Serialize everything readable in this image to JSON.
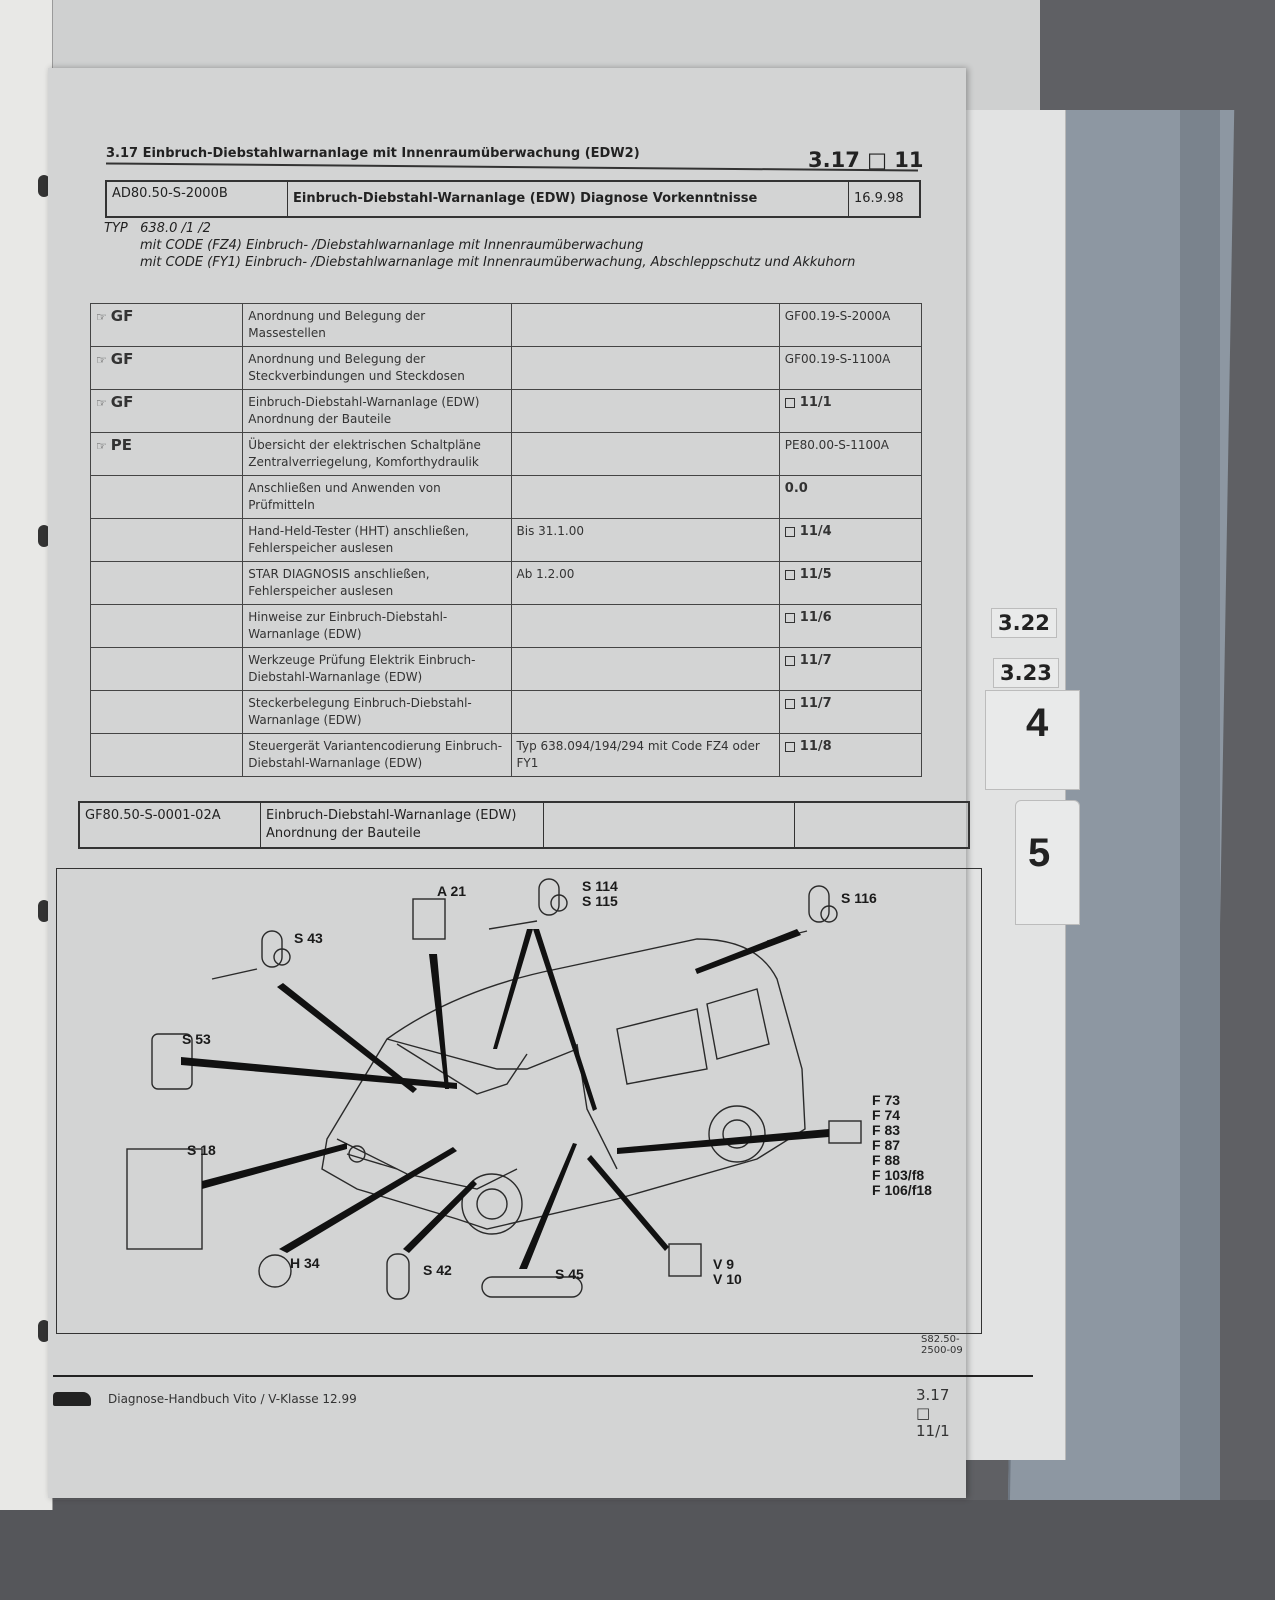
{
  "header": {
    "section_title": "3.17 Einbruch-Diebstahlwarnanlage mit Innenraumüberwachung (EDW2)",
    "page_number": "3.17 □ 11"
  },
  "doc_box": {
    "code": "AD80.50-S-2000B",
    "title": "Einbruch-Diebstahl-Warnanlage (EDW) Diagnose Vorkenntnisse",
    "date": "16.9.98"
  },
  "typ": {
    "label": "TYP",
    "value": "638.0 /1 /2",
    "lines": [
      "mit CODE (FZ4) Einbruch- /Diebstahlwarnanlage mit Innenraumüberwachung",
      "mit CODE (FY1) Einbruch- /Diebstahlwarnanlage mit Innenraumüberwachung, Abschleppschutz und Akkuhorn"
    ]
  },
  "reference_table": {
    "rows": [
      {
        "ref_type": "GF",
        "description": "Anordnung und Belegung der Massestellen",
        "note": "",
        "target": "GF00.19-S-2000A"
      },
      {
        "ref_type": "GF",
        "description": "Anordnung und Belegung der Steckverbindungen und Steckdosen",
        "note": "",
        "target": "GF00.19-S-1100A"
      },
      {
        "ref_type": "GF",
        "description": "Einbruch-Diebstahl-Warnanlage (EDW) Anordnung der Bauteile",
        "note": "",
        "target": "11/1",
        "square": true
      },
      {
        "ref_type": "PE",
        "description": "Übersicht der elektrischen Schaltpläne Zentralverriegelung, Komforthydraulik",
        "note": "",
        "target": "PE80.00-S-1100A"
      },
      {
        "ref_type": "",
        "description": "Anschließen und Anwenden von Prüfmitteln",
        "note": "",
        "target": "0.0"
      },
      {
        "ref_type": "",
        "description": "Hand-Held-Tester (HHT) anschließen, Fehlerspeicher auslesen",
        "note": "Bis 31.1.00",
        "target": "11/4",
        "square": true
      },
      {
        "ref_type": "",
        "description": "STAR DIAGNOSIS anschließen, Fehlerspeicher auslesen",
        "note": "Ab 1.2.00",
        "target": "11/5",
        "square": true
      },
      {
        "ref_type": "",
        "description": "Hinweise zur Einbruch-Diebstahl-Warnanlage (EDW)",
        "note": "",
        "target": "11/6",
        "square": true
      },
      {
        "ref_type": "",
        "description": "Werkzeuge Prüfung Elektrik Einbruch-Diebstahl-Warnanlage (EDW)",
        "note": "",
        "target": "11/7",
        "square": true
      },
      {
        "ref_type": "",
        "description": "Steckerbelegung Einbruch-Diebstahl-Warnanlage (EDW)",
        "note": "",
        "target": "11/7",
        "square": true
      },
      {
        "ref_type": "",
        "description": "Steuergerät Variantencodierung Einbruch-Diebstahl-Warnanlage (EDW)",
        "note": "Typ 638.094/194/294 mit Code FZ4 oder FY1",
        "target": "11/8",
        "square": true
      }
    ]
  },
  "doc_box2": {
    "code": "GF80.50-S-0001-02A",
    "title": "Einbruch-Diebstahl-Warnanlage (EDW) Anordnung der Bauteile"
  },
  "figure": {
    "labels": {
      "a21": "A 21",
      "s114": "S 114",
      "s115": "S 115",
      "s116": "S 116",
      "s43": "S 43",
      "s53": "S 53",
      "s18": "S 18",
      "h34": "H 34",
      "s42": "S 42",
      "s45": "S 45",
      "v9": "V 9",
      "v10": "V 10",
      "fuses": [
        "F 73",
        "F 74",
        "F 83",
        "F 87",
        "F 88",
        "F 103/f8",
        "F 106/f18"
      ]
    },
    "ref": "S82.50-2500-09"
  },
  "footer": {
    "text": "Diagnose-Handbuch Vito / V-Klasse 12.99",
    "page": "3.17 □ 11/1"
  },
  "tabs": {
    "t322": "3.22",
    "t323": "3.23",
    "t4": "4",
    "t5": "5"
  }
}
